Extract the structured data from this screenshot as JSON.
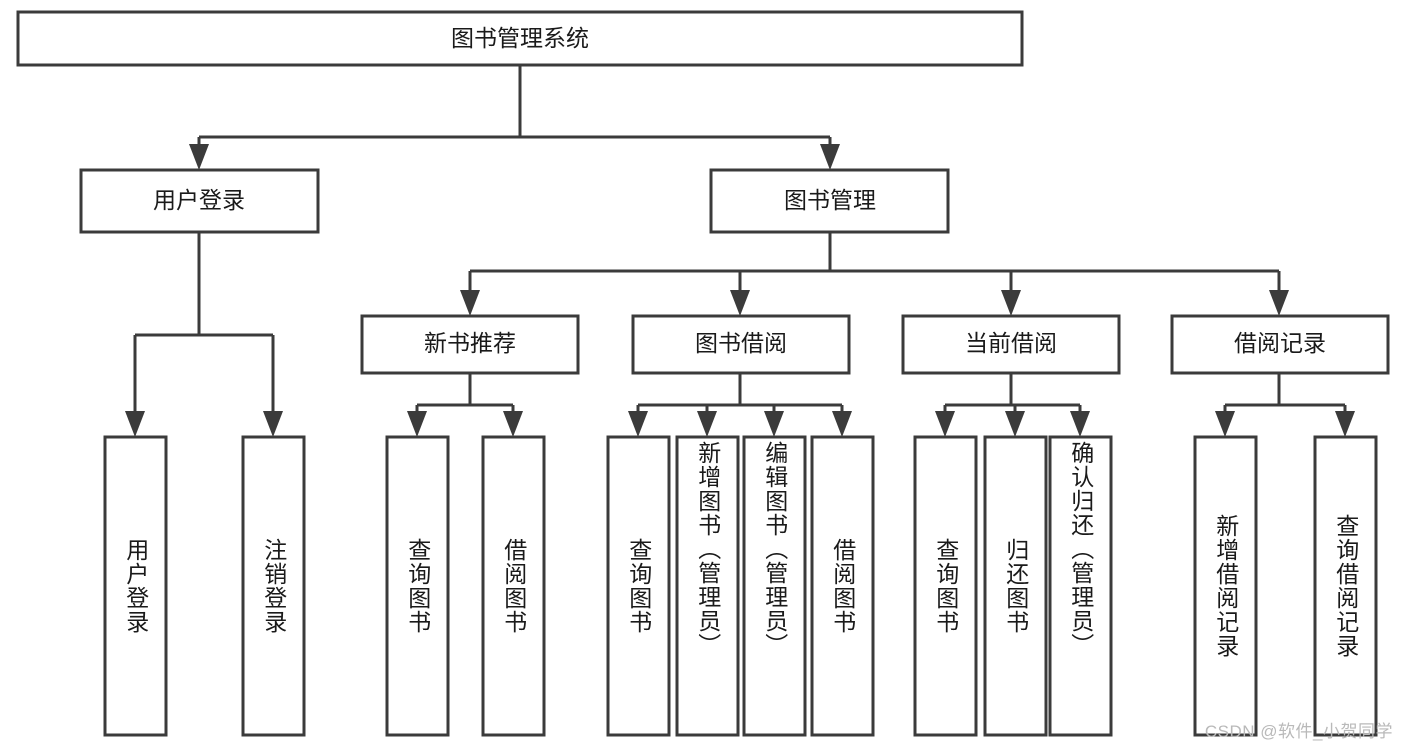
{
  "diagram": {
    "type": "tree",
    "title": "图书管理系统",
    "watermark": "CSDN @软件_小贺同学",
    "colors": {
      "stroke": "#3b3b3b",
      "fill": "#ffffff",
      "text": "#1a1a1a",
      "watermark": "#b9b9b9"
    },
    "root": {
      "label": "图书管理系统"
    },
    "level2": [
      {
        "label": "用户登录"
      },
      {
        "label": "图书管理"
      }
    ],
    "level3": [
      {
        "label": "新书推荐"
      },
      {
        "label": "图书借阅"
      },
      {
        "label": "当前借阅"
      },
      {
        "label": "借阅记录"
      }
    ],
    "leaves": {
      "user_login": [
        {
          "label": "用户登录"
        },
        {
          "label": "注销登录"
        }
      ],
      "new_book_recommend": [
        {
          "label": "查询图书"
        },
        {
          "label": "借阅图书"
        }
      ],
      "book_borrow": [
        {
          "label": "查询图书"
        },
        {
          "label": "新增图书（管理员）"
        },
        {
          "label": "编辑图书（管理员）"
        },
        {
          "label": "借阅图书"
        }
      ],
      "current_borrow": [
        {
          "label": "查询图书"
        },
        {
          "label": "归还图书"
        },
        {
          "label": "确认归还（管理员）"
        }
      ],
      "borrow_record": [
        {
          "label": "新增借阅记录"
        },
        {
          "label": "查询借阅记录"
        }
      ]
    }
  }
}
